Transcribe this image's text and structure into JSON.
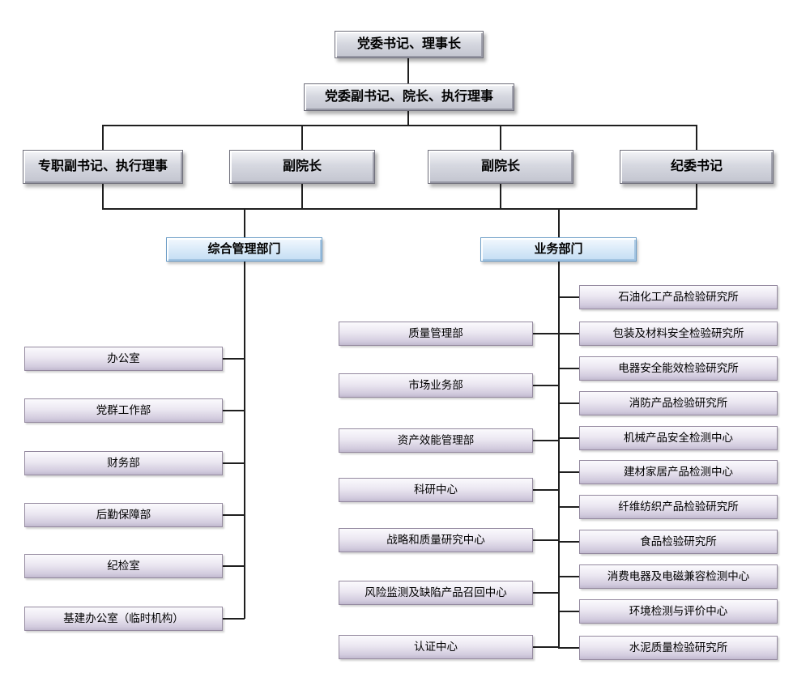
{
  "org": {
    "top": "党委书记、理事长",
    "second": "党委副书记、院长、执行理事",
    "level3": [
      "专职副书记、执行理事",
      "副院长",
      "副院长",
      "纪委书记"
    ],
    "categories": [
      "综合管理部门",
      "业务部门"
    ],
    "admin": [
      "办公室",
      "党群工作部",
      "财务部",
      "后勤保障部",
      "纪检室",
      "基建办公室（临时机构）"
    ],
    "business": [
      "质量管理部",
      "市场业务部",
      "资产效能管理部",
      "科研中心",
      "战略和质量研究中心",
      "风险监测及缺陷产品召回中心",
      "认证中心"
    ],
    "institutes": [
      "石油化工产品检验研究所",
      "包装及材料安全检验研究所",
      "电器安全能效检验研究所",
      "消防产品检验研究所",
      "机械产品安全检测中心",
      "建材家居产品检测中心",
      "纤维纺织产品检验研究所",
      "食品检验研究所",
      "消费电器及电磁兼容检测中心",
      "环境检测与评价中心",
      "水泥质量检验研究所"
    ]
  }
}
